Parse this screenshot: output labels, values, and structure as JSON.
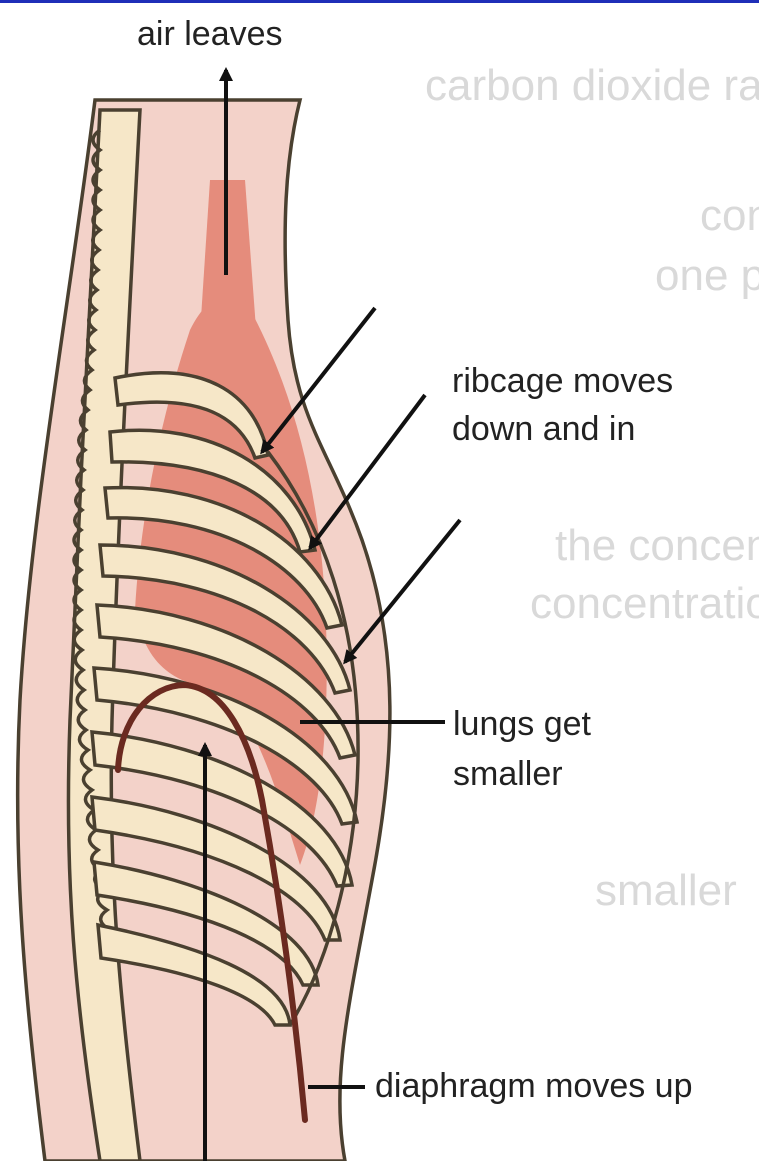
{
  "colors": {
    "top_bar": "#1f2fb8",
    "skin": "#f3d2c9",
    "bone": "#f6e7c8",
    "outline": "#4a4030",
    "lung": "#e58c7c",
    "diaphragm": "#6b2a20",
    "bleed_text": "#d9d9d9"
  },
  "labels": {
    "air_leaves": "air leaves",
    "ribcage_line1": "ribcage moves",
    "ribcage_line2": "down and in",
    "lungs_line1": "lungs get",
    "lungs_line2": "smaller",
    "diaphragm": "diaphragm moves up"
  },
  "bleed_through": [
    "carbon dioxide rapidly",
    "concentration",
    "one place to another",
    "the concentration",
    "concentration",
    "smaller"
  ]
}
